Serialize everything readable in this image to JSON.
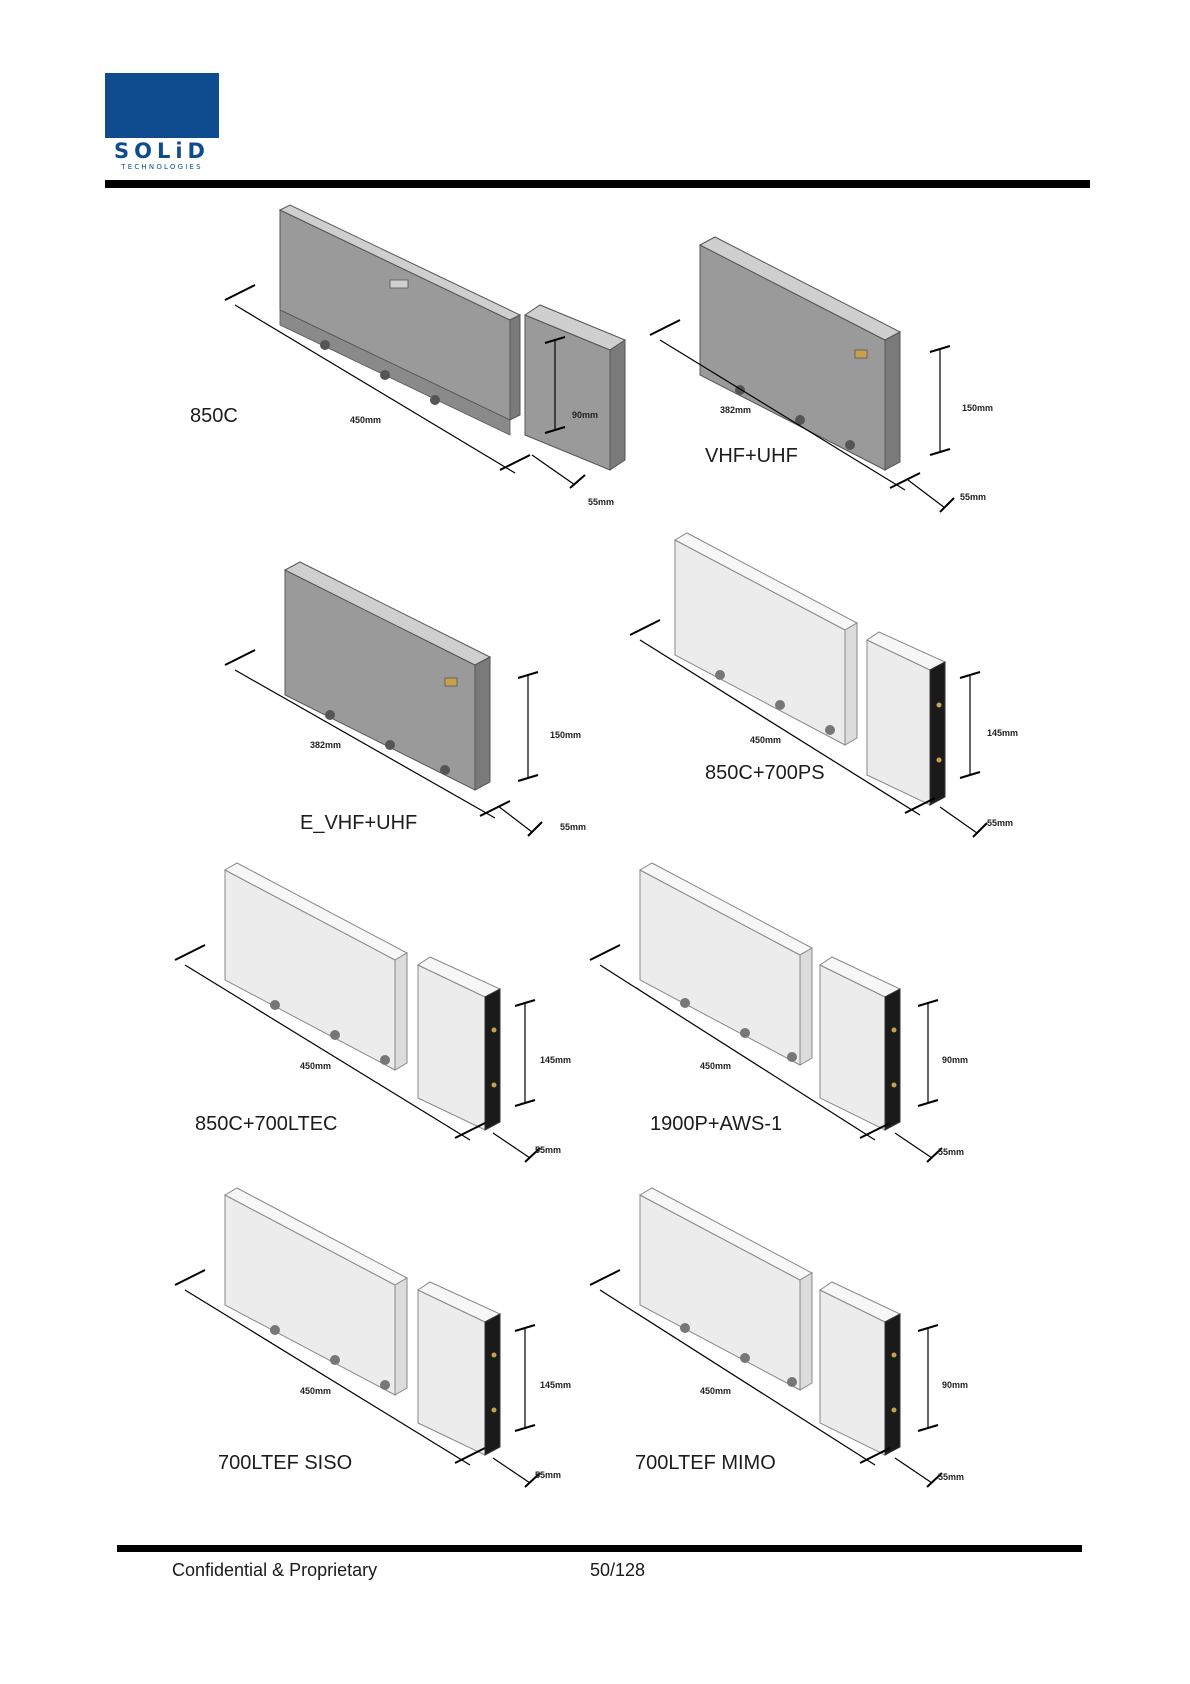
{
  "header": {
    "logo_word": "SOLiD",
    "logo_sub": "TECHNOLOGIES"
  },
  "products": [
    {
      "name": "850C",
      "length": "450mm",
      "height": "90mm",
      "depth": "55mm"
    },
    {
      "name": "VHF+UHF",
      "length": "382mm",
      "height": "150mm",
      "depth": "55mm"
    },
    {
      "name": "E_VHF+UHF",
      "length": "382mm",
      "height": "150mm",
      "depth": "55mm"
    },
    {
      "name": "850C+700PS",
      "length": "450mm",
      "height": "145mm",
      "depth": "55mm"
    },
    {
      "name": "850C+700LTEC",
      "length": "450mm",
      "height": "145mm",
      "depth": "55mm"
    },
    {
      "name": "1900P+AWS-1",
      "length": "450mm",
      "height": "90mm",
      "depth": "55mm"
    },
    {
      "name": "700LTEF SISO",
      "length": "450mm",
      "height": "145mm",
      "depth": "55mm"
    },
    {
      "name": "700LTEF MIMO",
      "length": "450mm",
      "height": "90mm",
      "depth": "55mm"
    }
  ],
  "footer": {
    "left": "Confidential & Proprietary",
    "page": "50/128"
  },
  "colors": {
    "logo_blue": "#0e4c8f",
    "unit_dark_grey": "#9a9a9a",
    "unit_light_grey": "#ececec",
    "unit_black_panel": "#1a1a1a"
  }
}
